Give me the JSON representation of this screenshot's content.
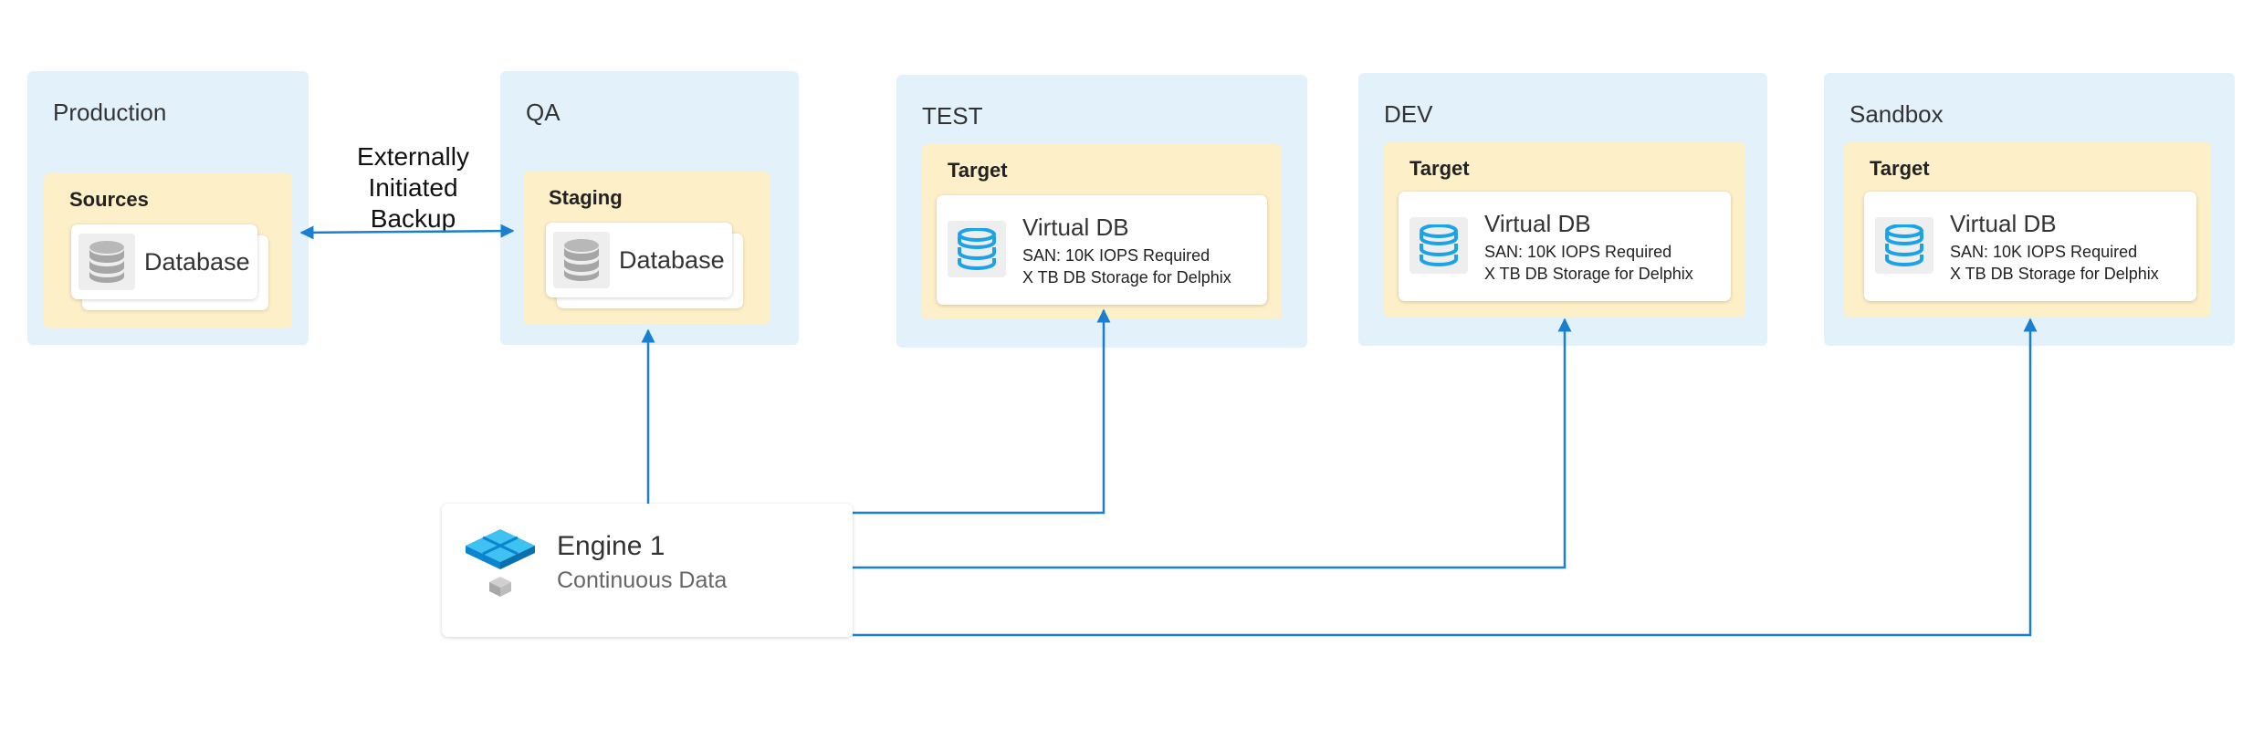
{
  "environments": {
    "production": {
      "title": "Production",
      "group_title": "Sources",
      "db_label": "Database"
    },
    "qa": {
      "title": "QA",
      "group_title": "Staging",
      "db_label": "Database"
    },
    "test": {
      "title": "TEST",
      "group_title": "Target",
      "vdb_title": "Virtual DB",
      "vdb_line1": "SAN: 10K IOPS Required",
      "vdb_line2": "X TB DB Storage for Delphix"
    },
    "dev": {
      "title": "DEV",
      "group_title": "Target",
      "vdb_title": "Virtual DB",
      "vdb_line1": "SAN: 10K IOPS Required",
      "vdb_line2": "X TB DB Storage for Delphix"
    },
    "sandbox": {
      "title": "Sandbox",
      "group_title": "Target",
      "vdb_title": "Virtual DB",
      "vdb_line1": "SAN: 10K IOPS Required",
      "vdb_line2": "X TB DB Storage for Delphix"
    }
  },
  "backup_label": [
    "Externally",
    "Initiated",
    "Backup"
  ],
  "engine": {
    "title": "Engine 1",
    "subtitle": "Continuous Data",
    "icon": "engine-cube-icon"
  },
  "icons": {
    "database": "database-icon",
    "virtual_db": "virtual-db-icon"
  },
  "colors": {
    "environment_bg": "#e3f1fb",
    "group_bg": "#fdefc7",
    "connector": "#1a7fd0",
    "vdb_icon": "#1aa3e8",
    "db_icon": "#a9a9a9"
  }
}
